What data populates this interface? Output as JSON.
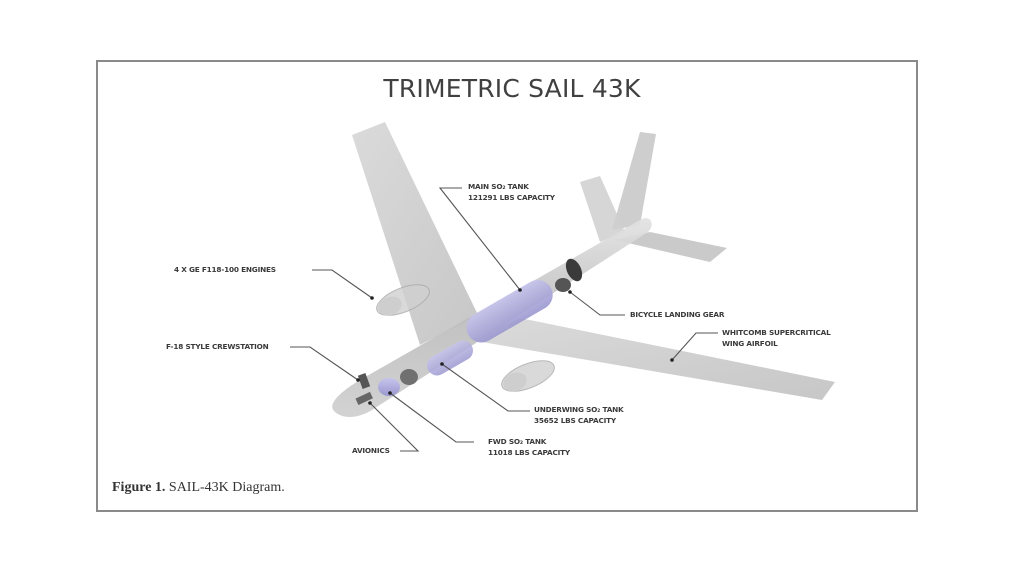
{
  "diagram": {
    "title": "TRIMETRIC SAIL 43K",
    "caption": {
      "label": "Figure 1.",
      "text": "SAIL-43K Diagram."
    },
    "callouts": [
      {
        "id": "main-tank",
        "line1": "MAIN SO₂ TANK",
        "line2": "121291 LBS CAPACITY"
      },
      {
        "id": "engines",
        "line1": "4 X GE F118-100 ENGINES"
      },
      {
        "id": "landing-gear",
        "line1": "BICYCLE LANDING GEAR"
      },
      {
        "id": "wing",
        "line1": "WHITCOMB SUPERCRITICAL",
        "line2": "WING AIRFOIL"
      },
      {
        "id": "crewstation",
        "line1": "F-18 STYLE CREWSTATION"
      },
      {
        "id": "underwing-tank",
        "line1": "UNDERWING SO₂ TANK",
        "line2": "35652 LBS CAPACITY"
      },
      {
        "id": "fwd-tank",
        "line1": "FWD SO₂ TANK",
        "line2": "11018 LBS CAPACITY"
      },
      {
        "id": "avionics",
        "line1": "AVIONICS"
      }
    ],
    "colors": {
      "frame": "#8a8a8a",
      "airframe": "#c8c8c8",
      "tank": "#a9a6d8",
      "text": "#3a3a3a"
    }
  }
}
